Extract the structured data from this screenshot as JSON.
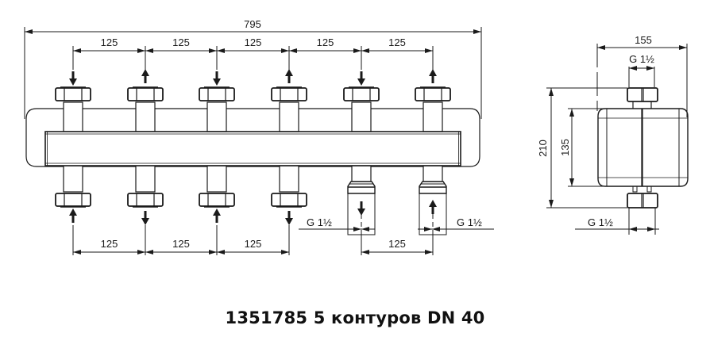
{
  "caption": "1351785 5 контуров DN 40",
  "front_view": {
    "overall_width_label": "795",
    "top_spacing_labels": [
      "125",
      "125",
      "125",
      "125",
      "125"
    ],
    "bottom_spacing_labels": [
      "125",
      "125",
      "125",
      "125"
    ],
    "connection_thread_left": "G 1½",
    "connection_thread_right": "G 1½",
    "top_ports": [
      {
        "flow": "in"
      },
      {
        "flow": "out"
      },
      {
        "flow": "in"
      },
      {
        "flow": "out"
      },
      {
        "flow": "in"
      },
      {
        "flow": "out"
      }
    ],
    "bottom_ports": [
      {
        "flow": "in"
      },
      {
        "flow": "out"
      },
      {
        "flow": "in"
      },
      {
        "flow": "out"
      },
      {
        "flow": "out-main"
      },
      {
        "flow": "in-main"
      }
    ]
  },
  "side_view": {
    "width_label": "155",
    "height_label": "210",
    "body_height_label": "135",
    "top_thread_label": "G 1½",
    "bottom_thread_label": "G 1½"
  },
  "colors": {
    "line": "#1a1a1a",
    "background": "#ffffff"
  }
}
